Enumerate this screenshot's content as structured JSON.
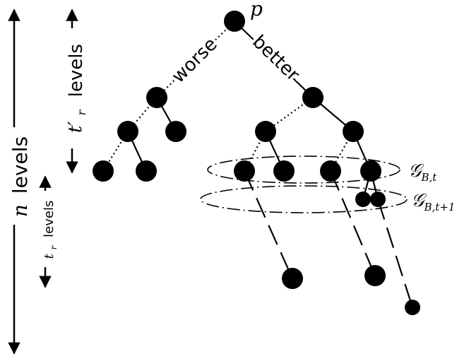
{
  "labels": {
    "root": "p",
    "worse": "worse",
    "better": "better",
    "g_bt_main": "𝒢",
    "g_bt_sub": "B,t",
    "g_bt1_main": "𝒢",
    "g_bt1_sub": "B,t+1"
  },
  "side_labels": {
    "n_var": "n",
    "n_text": "levels",
    "tprime_var": "t′",
    "tprime_sub": "r",
    "tprime_text": "levels",
    "tr_var": "t",
    "tr_sub": "r",
    "tr_text": "levels"
  }
}
